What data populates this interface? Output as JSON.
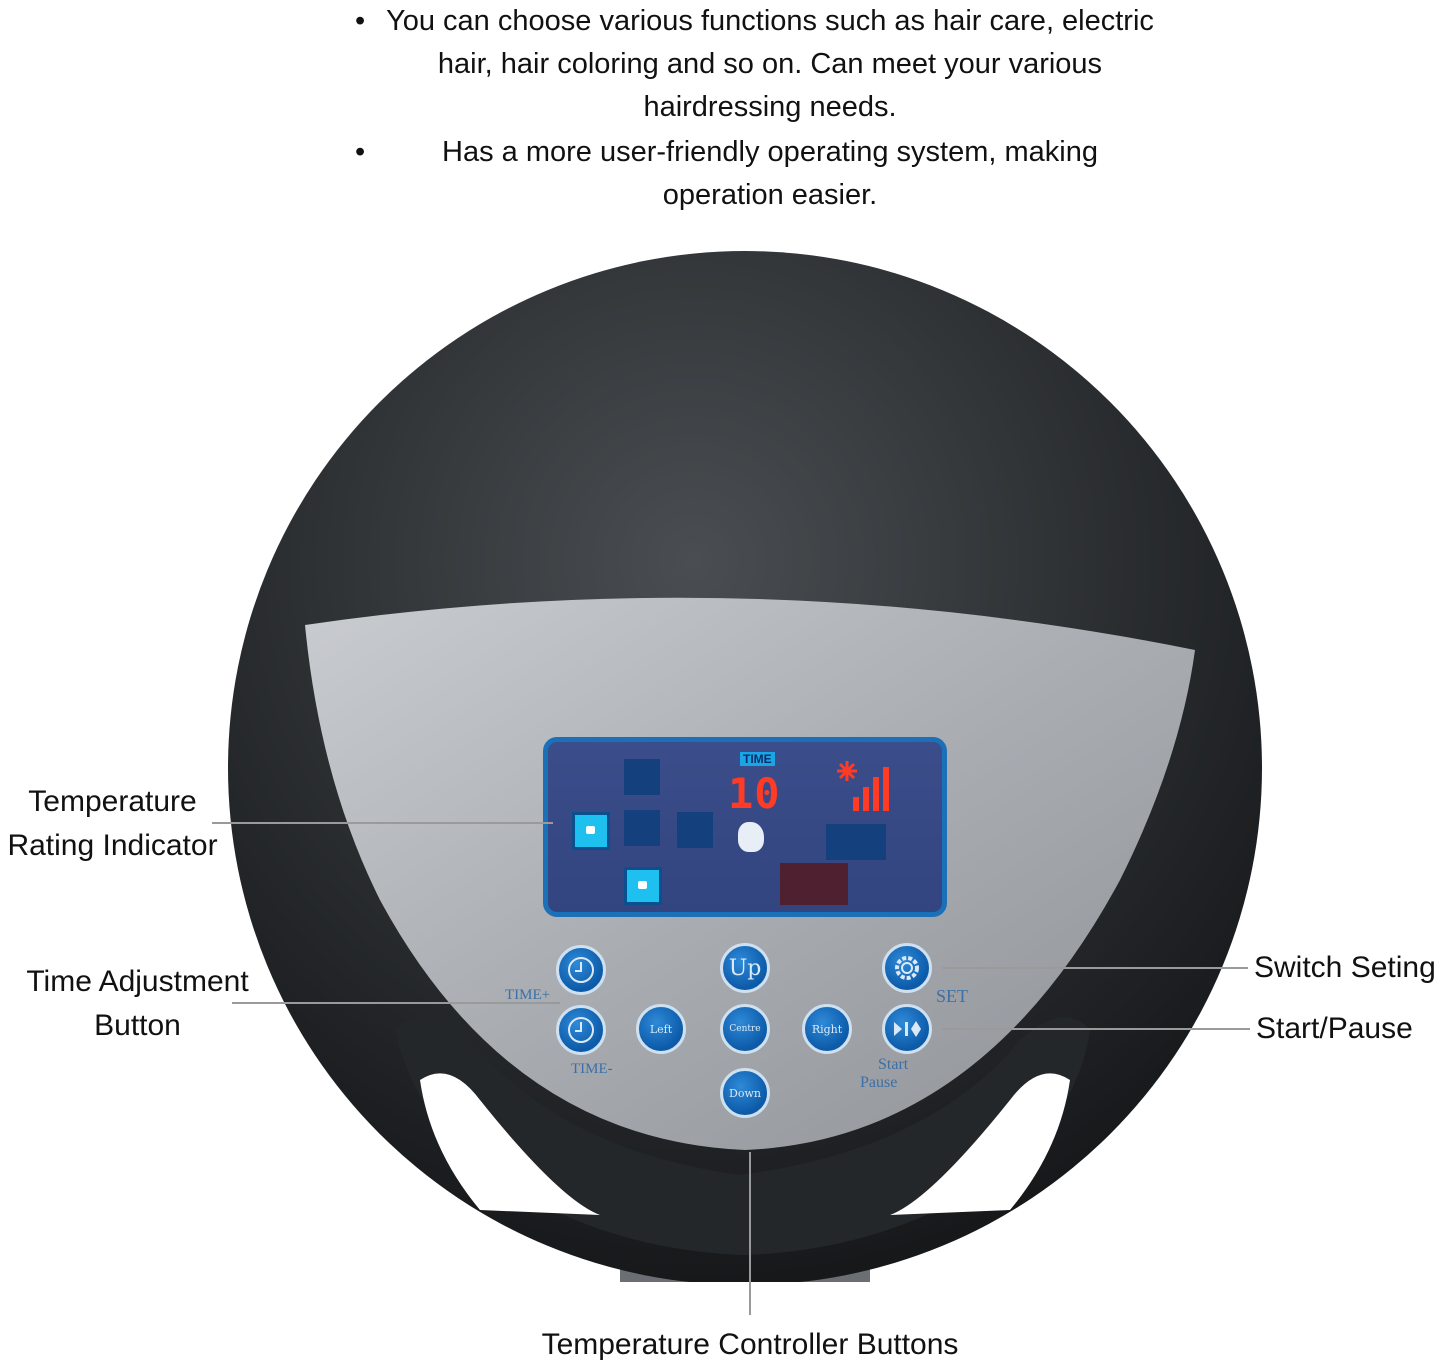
{
  "bullets": [
    "You can choose various functions such as hair care, electric hair, hair coloring and so on. Can meet your various hairdressing needs.",
    "Has a more user-friendly operating system, making operation easier."
  ],
  "callouts": {
    "temperature_rating": "Temperature Rating Indicator",
    "time_adjustment": "Time Adjustment Button",
    "switch_setting": "Switch Seting",
    "start_pause": "Start/Pause",
    "temperature_controller": "Temperature Controller Buttons"
  },
  "display": {
    "time_label": "TIME",
    "time_value": "10",
    "accent_color": "#ff3b26",
    "signal_level": 4
  },
  "panel": {
    "time_plus": "TIME+",
    "time_minus": "TIME-",
    "set": "SET",
    "start": "Start",
    "pause": "Pause",
    "up": "Up",
    "down": "Down",
    "left": "Left",
    "right": "Right",
    "centre": "Centre"
  }
}
